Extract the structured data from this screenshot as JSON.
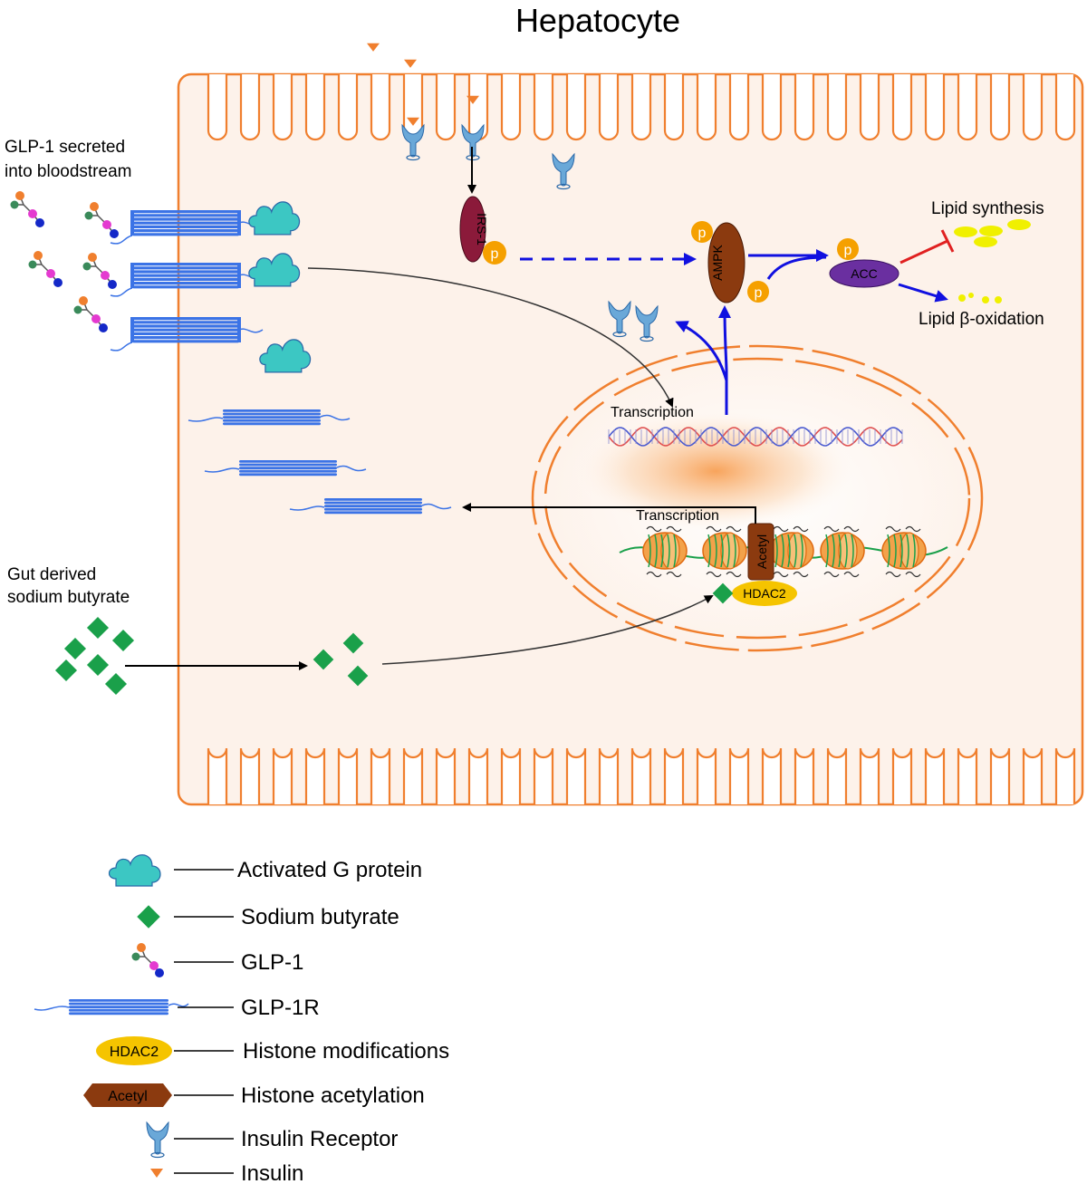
{
  "title": "Hepatocyte",
  "labels": {
    "glp1_secreted_line1": "GLP-1 secreted",
    "glp1_secreted_line2": "into bloodstream",
    "butyrate_line1": "Gut derived",
    "butyrate_line2": "sodium butyrate",
    "transcription_upper": "Transcription",
    "transcription_lower": "Transcription",
    "lipid_synthesis": "Lipid synthesis",
    "lipid_oxidation": "Lipid β-oxidation",
    "irs1": "IRS-1",
    "ampk": "AMPK",
    "acc": "ACC",
    "p": "p",
    "acetyl": "Acetyl",
    "hdac2": "HDAC2"
  },
  "legend": [
    {
      "symbol": "g-protein-icon",
      "label": "Activated G protein"
    },
    {
      "symbol": "butyrate-diamond-icon",
      "label": "Sodium butyrate"
    },
    {
      "symbol": "glp1-molecule-icon",
      "label": "GLP-1"
    },
    {
      "symbol": "glp1r-receptor-icon",
      "label": "GLP-1R"
    },
    {
      "symbol": "hdac2-ellipse-icon",
      "label": "Histone modifications",
      "tag": "HDAC2"
    },
    {
      "symbol": "acetyl-hexagon-icon",
      "label": "Histone acetylation",
      "tag": "Acetyl"
    },
    {
      "symbol": "insulin-receptor-icon",
      "label": "Insulin Receptor"
    },
    {
      "symbol": "insulin-triangle-icon",
      "label": "Insulin"
    }
  ],
  "colors": {
    "membrane": "#f07f2e",
    "cytoplasm": "#fdf2ea",
    "glp1r": "#3b73e6",
    "g_protein": "#3cc7c3",
    "butyrate": "#1aa04a",
    "signal_arrow": "#1010e0",
    "inhibition": "#e02020",
    "irs1": "#8b1a3a",
    "ampk": "#8b3a0f",
    "acc": "#6a2fa0",
    "phospho": "#f5a000",
    "hdac2": "#f5c400",
    "lipid": "#f0f000",
    "insulin_receptor": "#6aa8d8",
    "insulin": "#f07f2e"
  }
}
